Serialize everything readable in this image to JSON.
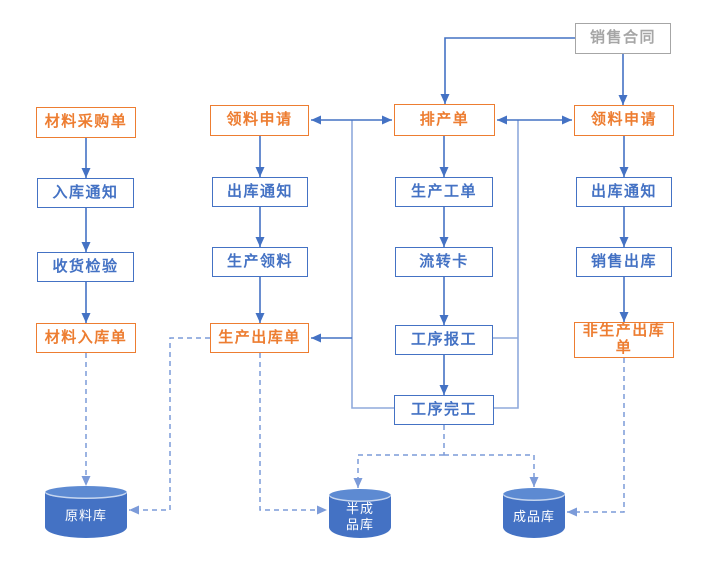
{
  "diagram_title": "",
  "colors": {
    "accent_orange": "#ED7D31",
    "accent_blue": "#4472C4",
    "light_blue": "#8FAADC",
    "dashed_blue": "#7C9BD9",
    "gray": "#A6A6A6",
    "cylinder_blue": "#4472C4",
    "cylinder_top_blue": "#5D8AD2",
    "cylinder_text": "#FFFFFF"
  },
  "nodes": {
    "sales_contract": {
      "label": "销售合同"
    },
    "material_purchase_order": {
      "label": "材料采购单"
    },
    "inbound_notice": {
      "label": "入库通知"
    },
    "receiving_inspection": {
      "label": "收货检验"
    },
    "material_inbound_order": {
      "label": "材料入库单"
    },
    "picking_request_left": {
      "label": "领料申请"
    },
    "outbound_notice_left": {
      "label": "出库通知"
    },
    "production_picking": {
      "label": "生产领料"
    },
    "production_outbound_order": {
      "label": "生产出库单"
    },
    "scheduling_order": {
      "label": "排产单"
    },
    "production_work_order": {
      "label": "生产工单"
    },
    "flow_card": {
      "label": "流转卡"
    },
    "process_reporting": {
      "label": "工序报工"
    },
    "process_completion": {
      "label": "工序完工"
    },
    "picking_request_right": {
      "label": "领料申请"
    },
    "outbound_notice_right": {
      "label": "出库通知"
    },
    "sales_outbound": {
      "label": "销售出库"
    },
    "non_production_outbound_order": {
      "label": "非生产出库单"
    },
    "raw_material_store": {
      "label": "原料库"
    },
    "semi_finished_store": {
      "label": "半成品库"
    },
    "finished_store": {
      "label": "成品库"
    }
  }
}
